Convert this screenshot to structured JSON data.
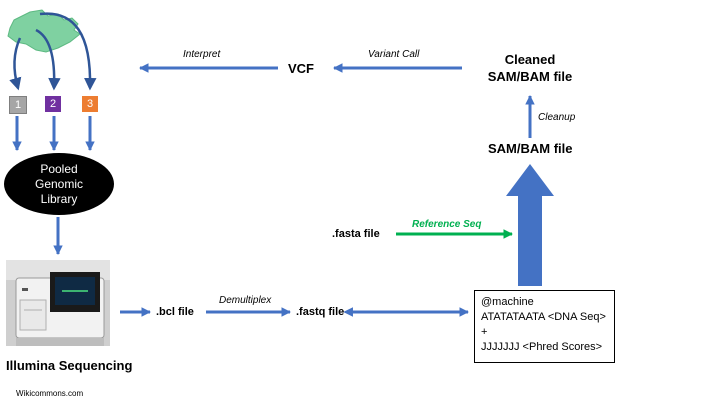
{
  "colors": {
    "arrow_blue": "#4472c4",
    "arrow_green": "#00b050",
    "box1": "#a6a6a6",
    "box2": "#7030a0",
    "box3": "#ed7d31",
    "map_green": "#7fd1a1"
  },
  "icons": [
    "ethiopia-map-icon",
    "illumina-sequencer-image"
  ],
  "samples": [
    "1",
    "2",
    "3"
  ],
  "pooled_library": [
    "Pooled",
    "Genomic",
    "Library"
  ],
  "sequencing_label": "Illumina Sequencing",
  "credit": "Wikicommons.com",
  "bcl_label": ".bcl file",
  "demultiplex_label": "Demultiplex",
  "fastq_label": ".fastq file",
  "fastq_box": {
    "line1": "@machine",
    "line2": "ATATATAATA <DNA Seq>",
    "line3": "+",
    "line4": "JJJJJJJ <Phred Scores>"
  },
  "fasta_label": ".fasta file",
  "reference_label": "Reference Seq",
  "sam_bam_label": "SAM/BAM file",
  "cleanup_label": "Cleanup",
  "cleaned_label_1": "Cleaned",
  "cleaned_label_2": "SAM/BAM file",
  "variant_call_label": "Variant Call",
  "vcf_label": "VCF",
  "interpret_label": "Interpret"
}
